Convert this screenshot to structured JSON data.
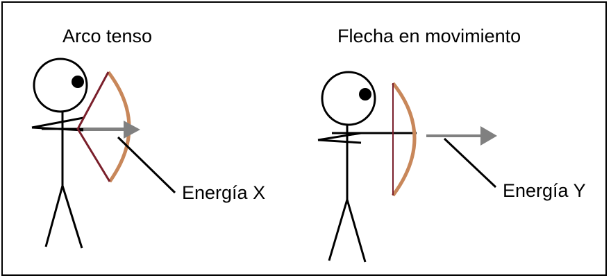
{
  "panels": [
    {
      "title": "Arco tenso",
      "energy_label": "Energía X"
    },
    {
      "title": "Flecha en movimiento",
      "energy_label": "Energía Y"
    }
  ],
  "colors": {
    "bow_wood": "#c8875a",
    "bow_string_tense": "#7a1f2b",
    "bow_string_loose": "#7a1f2b",
    "arrow": "#808080",
    "figure": "#000000"
  }
}
